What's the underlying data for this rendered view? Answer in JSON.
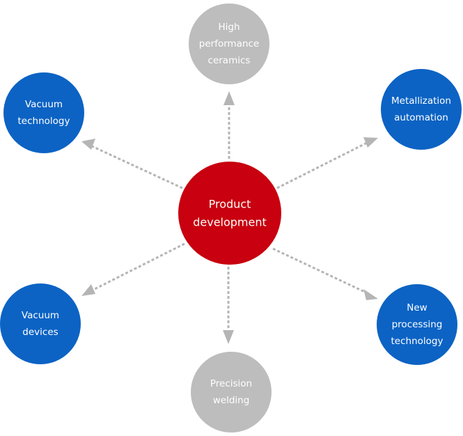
{
  "colors": {
    "center": "#c8000f",
    "blue": "#0c63c4",
    "gray": "#bdbdbd",
    "connector": "#b5b5b5",
    "text": "#ffffff"
  },
  "center": {
    "lines": [
      "Product",
      "development"
    ]
  },
  "nodes": [
    {
      "id": "high-performance-ceramics",
      "color": "gray",
      "lines": [
        "High",
        "performance",
        "ceramics"
      ]
    },
    {
      "id": "metallization-automation",
      "color": "blue",
      "lines": [
        "Metallization",
        "automation"
      ]
    },
    {
      "id": "new-processing-technology",
      "color": "blue",
      "lines": [
        "New",
        "processing",
        "technology"
      ]
    },
    {
      "id": "precision-welding",
      "color": "gray",
      "lines": [
        "Precision",
        "welding"
      ]
    },
    {
      "id": "vacuum-devices",
      "color": "blue",
      "lines": [
        "Vacuum",
        "devices"
      ]
    },
    {
      "id": "vacuum-technology",
      "color": "blue",
      "lines": [
        "Vacuum",
        "technology"
      ]
    }
  ]
}
